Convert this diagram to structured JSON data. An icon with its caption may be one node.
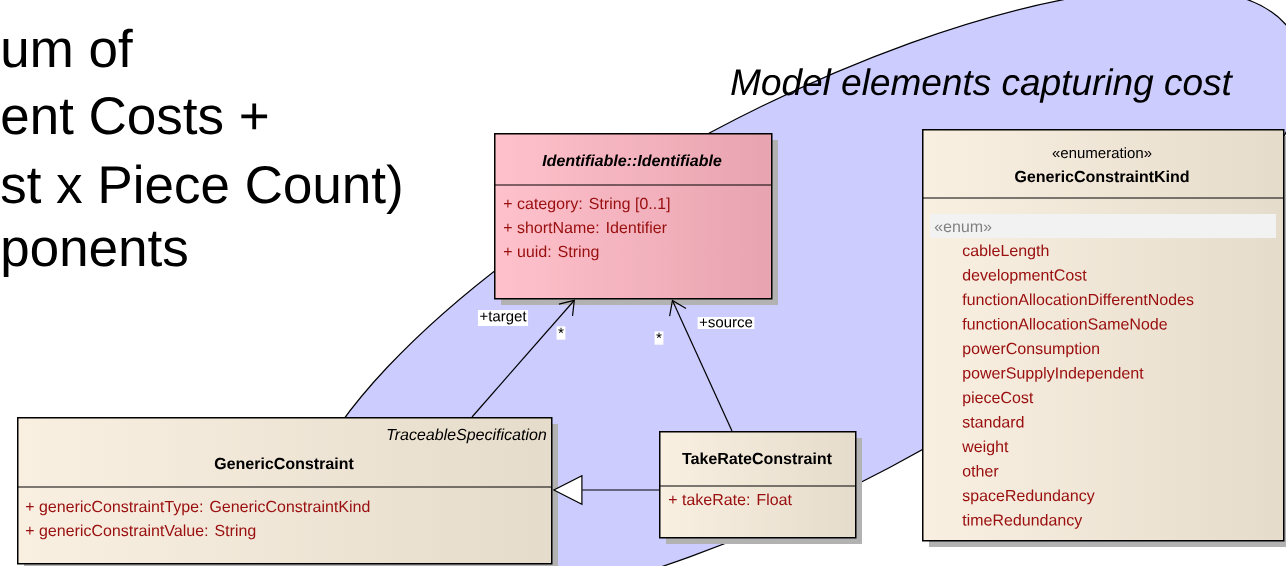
{
  "diagram": {
    "nodes": [
      {
        "text": [
          "Model elements capturing cost"
        ]
      },
      {
        "text": [
          "Identifiable::Identifiable",
          "+ category: String [0..1]",
          "+ shortName: Identifier",
          "+ uuid: String"
        ],
        "in": 0
      },
      {
        "text": [
          "TraceableSpecification",
          "GenericConstraint",
          "+ genericConstraintType: GenericConstraintKind",
          "+ genericConstraintValue: String"
        ]
      },
      {
        "text": [
          "TakeRateConstraint",
          "+ takeRate: Float"
        ],
        "in": 0
      },
      {
        "text": [
          "«enumeration»",
          "GenericConstraintKind",
          "«enum»",
          "cableLength",
          "developmentCost",
          "functionAllocationDifferentNodes",
          "functionAllocationSameNode",
          "powerConsumption",
          "powerSupplyIndependent",
          "pieceCost",
          "standard",
          "weight",
          "other",
          "spaceRedundancy",
          "timeRedundancy"
        ]
      }
    ],
    "edges": [
      {
        "from": 2,
        "to": 1,
        "arrow": "to",
        "label": "+target"
      },
      {
        "from": 3,
        "to": 1,
        "arrow": "to",
        "label": "+source"
      },
      {
        "from": 3,
        "to": 2,
        "arrow": "to"
      }
    ],
    "labels": [
      "um of",
      "ent Costs +",
      "st x Piece Count)",
      "ponents",
      "*",
      "*"
    ]
  }
}
